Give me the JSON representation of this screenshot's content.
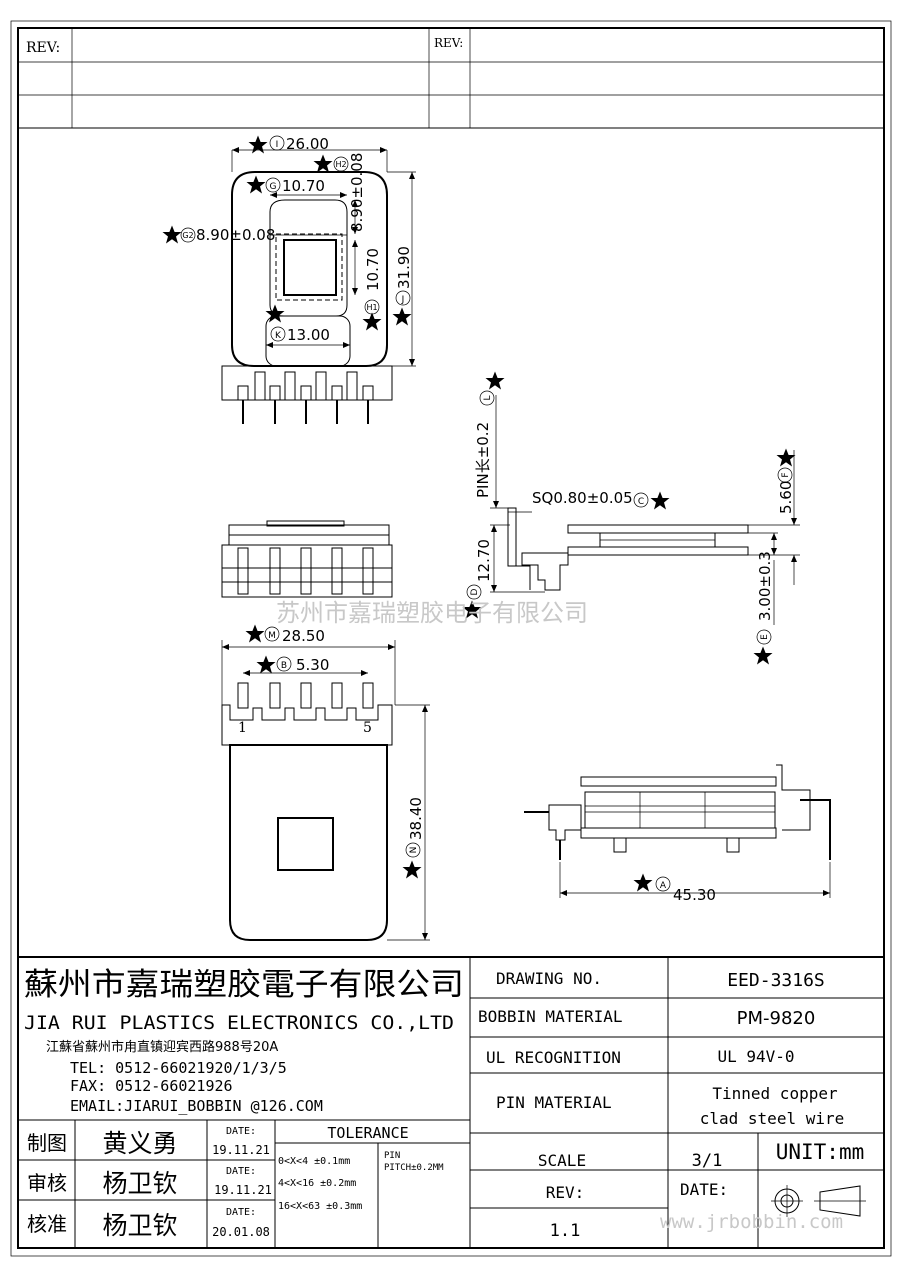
{
  "rev_block": {
    "rev_label_left": "REV:",
    "rev_label_right": "REV:"
  },
  "top_view": {
    "dim_i": "26.00",
    "dim_i_tag": "I",
    "dim_h2": "8.90±0.08",
    "dim_h2_tag": "H2",
    "dim_g": "10.70",
    "dim_g_tag": "G",
    "dim_g2": "8.90±0.08",
    "dim_g2_tag": "G2",
    "dim_inner_h": "10.70",
    "dim_j": "31.90",
    "dim_j_tag": "J",
    "dim_h1_tag": "H1",
    "dim_k": "13.00",
    "dim_k_tag": "K"
  },
  "side_view": {
    "pin_len": "PIN长±0.2",
    "pin_len_tag": "L",
    "sq": "SQ0.80±0.05",
    "sq_tag": "C",
    "dim_f": "5.60",
    "dim_f_tag": "F",
    "dim_d": "12.70",
    "dim_d_tag": "D",
    "dim_e": "3.00±0.3",
    "dim_e_tag": "E"
  },
  "bottom_view": {
    "dim_m": "28.50",
    "dim_m_tag": "M",
    "dim_b": "5.30",
    "dim_b_tag": "B",
    "pin_first": "1",
    "pin_last": "5",
    "dim_n": "38.40",
    "dim_n_tag": "N"
  },
  "bottom_side_view": {
    "dim_a": "45.30",
    "dim_a_tag": "A"
  },
  "watermark": {
    "company_cn": "苏州市嘉瑞塑胶电子有限公司",
    "url": "www.jrbobbin.com"
  },
  "title_block": {
    "company_cn": "蘇州市嘉瑞塑胶電子有限公司",
    "company_en": "JIA RUI PLASTICS ELECTRONICS CO.,LTD",
    "address": "江蘇省蘇州市甪直镇迎宾西路988号20A",
    "tel": "TEL: 0512-66021920/1/3/5",
    "fax": "FAX: 0512-66021926",
    "email": "EMAIL:JIARUI_BOBBIN @126.COM",
    "drawing_no_label": "DRAWING  NO.",
    "drawing_no": "EED-3316S",
    "bobbin_material_label": "BOBBIN  MATERIAL",
    "bobbin_material": "PM-9820",
    "ul_label": "UL RECOGNITION",
    "ul_value": "UL 94V-0",
    "pin_material_label": "PIN MATERIAL",
    "pin_material_line1": "Tinned copper",
    "pin_material_line2": "clad steel wire",
    "scale_label": "SCALE",
    "scale_value": "3/1",
    "unit": "UNIT:mm",
    "rev_label": "REV:",
    "rev_value": "1.1",
    "date_label": "DATE:",
    "tolerance_title": "TOLERANCE",
    "tol_1": "0<X<4  ±0.1mm",
    "tol_2": "4<X<16 ±0.2mm",
    "tol_3": "16<X<63 ±0.3mm",
    "pin_pitch_1": "PIN",
    "pin_pitch_2": "PITCH±0.2MM",
    "sign_rows": [
      {
        "role": "制图",
        "name": "黄义勇",
        "date_label": "DATE:",
        "date": "19.11.21"
      },
      {
        "role": "审核",
        "name": "杨卫钦",
        "date_label": "DATE:",
        "date": "19.11.21"
      },
      {
        "role": "核准",
        "name": "杨卫钦",
        "date_label": "DATE:",
        "date": "20.01.08"
      }
    ]
  }
}
